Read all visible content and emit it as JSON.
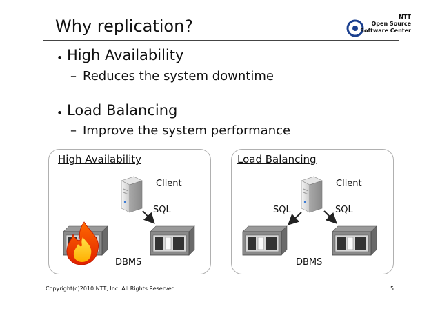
{
  "slide": {
    "title": "Why replication?",
    "logo": {
      "line1": "NTT",
      "line2": "Open Source",
      "line3": "Software Center"
    },
    "bullets": [
      {
        "text": "High Availability",
        "sub": "Reduces the system downtime"
      },
      {
        "text": "Load Balancing",
        "sub": "Improve the system performance"
      }
    ],
    "bullet_marker": "・",
    "sub_marker": "–",
    "panels": {
      "ha": {
        "title": "High Availability",
        "client": "Client",
        "sql": "SQL",
        "dbms": "DBMS"
      },
      "lb": {
        "title": "Load Balancing",
        "client": "Client",
        "sql_left": "SQL",
        "sql_right": "SQL",
        "dbms": "DBMS"
      }
    },
    "footer": {
      "copyright": "Copyright(c)2010 NTT, Inc. All Rights Reserved.",
      "page": "5"
    }
  }
}
